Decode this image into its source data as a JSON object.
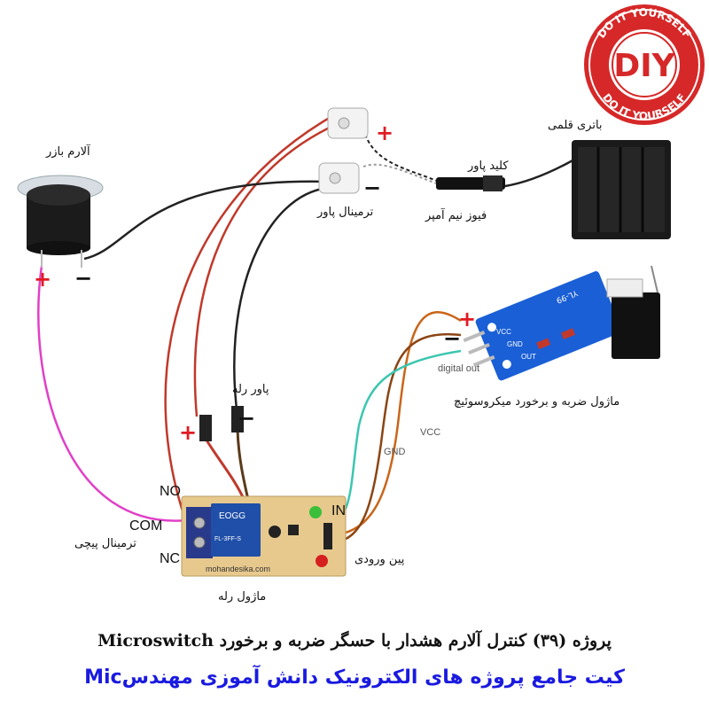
{
  "labels": {
    "buzzer": "آلارم بازر",
    "battery": "باتری قلمی",
    "power_switch": "کلید پاور",
    "fuse": "فیوز نیم آمپر",
    "power_terminal": "ترمینال پاور",
    "relay_power": "پاور رله",
    "relay_module": "ماژول رله",
    "screw_terminal": "ترمینال پیچی",
    "input_pins": "پین ورودی",
    "sensor_module": "ماژول ضربه و برخورد میکروسوئیچ",
    "no": "NO",
    "com": "COM",
    "nc": "NC",
    "in": "IN",
    "vcc": "VCC",
    "gnd": "GND",
    "digital_out": "digital out",
    "pcb_text": "mohandesika.com",
    "sensor_pcb_text": "YL-99",
    "pin_vcc": "VCC",
    "pin_gnd": "GND",
    "pin_out": "OUT"
  },
  "signs": {
    "plus": "+",
    "minus": "−"
  },
  "badge": {
    "center": "DIY",
    "ring_text": "DO IT YOURSELF",
    "color": "#d62828"
  },
  "relay_body_text": "EOGG",
  "relay_sub_text": "FL-3FF-S",
  "title_line1": "پروژه (۳۹) کنترل آلارم هشدار با حسگر ضربه و برخورد Microswitch",
  "title_line2": "کیت جامع پروژه های الکترونیک دانش آموزی مهندسMic",
  "colors": {
    "wire_red": "#c0392b",
    "wire_black": "#222222",
    "wire_pink": "#e040c8",
    "wire_teal": "#3cc6b0",
    "wire_brown": "#8b4513",
    "wire_orange": "#c8661a",
    "sensor_pcb": "#1a5fd6",
    "relay_pcb": "#e7c98e",
    "title_blue": "#1a1ae0"
  }
}
